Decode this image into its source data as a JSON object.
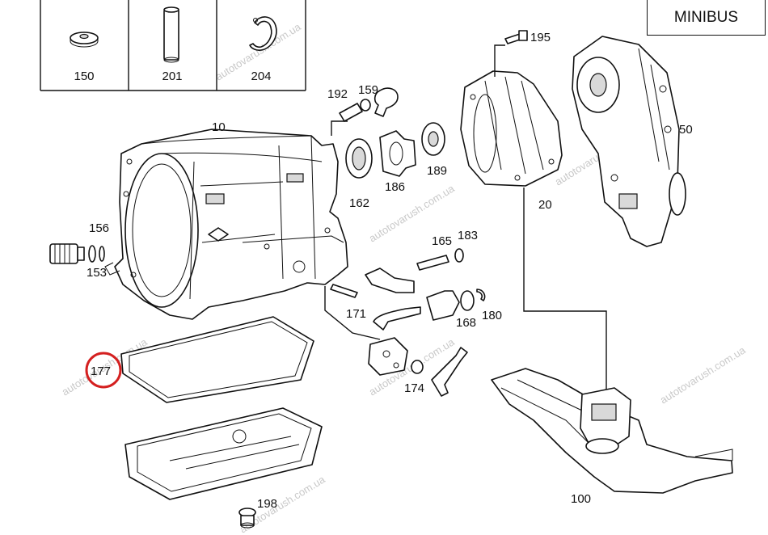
{
  "header": {
    "variant_label": "MINIBUS"
  },
  "legend_parts": [
    {
      "number": "150",
      "icon": "washer-icon"
    },
    {
      "number": "201",
      "icon": "pin-icon"
    },
    {
      "number": "204",
      "icon": "circlip-icon"
    }
  ],
  "callouts": {
    "p10": "10",
    "p20": "20",
    "p50": "50",
    "p100": "100",
    "p153": "153",
    "p156": "156",
    "p159": "159",
    "p162": "162",
    "p165": "165",
    "p168": "168",
    "p171": "171",
    "p174": "174",
    "p177": "177",
    "p180": "180",
    "p183": "183",
    "p186": "186",
    "p189": "189",
    "p192": "192",
    "p195": "195",
    "p198": "198"
  },
  "highlight": {
    "part": "177",
    "color": "#d42020"
  },
  "watermark": {
    "text": "autotovarush.com.ua",
    "color": "#c9c9c9"
  }
}
